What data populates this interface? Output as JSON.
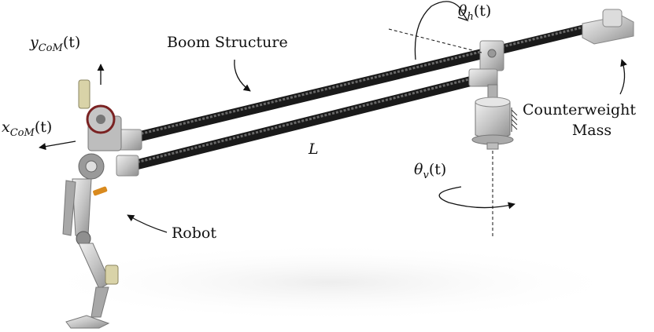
{
  "labels": {
    "boom_structure": "Boom Structure",
    "counterweight_line1": "Counterweight",
    "counterweight_line2": "Mass",
    "robot": "Robot",
    "length": "L"
  },
  "math": {
    "y_com": {
      "base": "y",
      "sub": "CoM",
      "arg": "(t)"
    },
    "x_com": {
      "base": "x",
      "sub": "CoM",
      "arg": "(t)"
    },
    "theta_h": {
      "base": "θ",
      "sub": "h",
      "arg": "(t)"
    },
    "theta_v": {
      "base": "θ",
      "sub": "v",
      "arg": "(t)"
    }
  },
  "colors": {
    "boom_rod": "#3a3a3a",
    "boom_rod_highlight": "#6d6d6d",
    "metal": "#c9c9c9",
    "metal_dark": "#8c8c8c",
    "accent_orange": "#d98a1e",
    "annotation": "#111111"
  }
}
